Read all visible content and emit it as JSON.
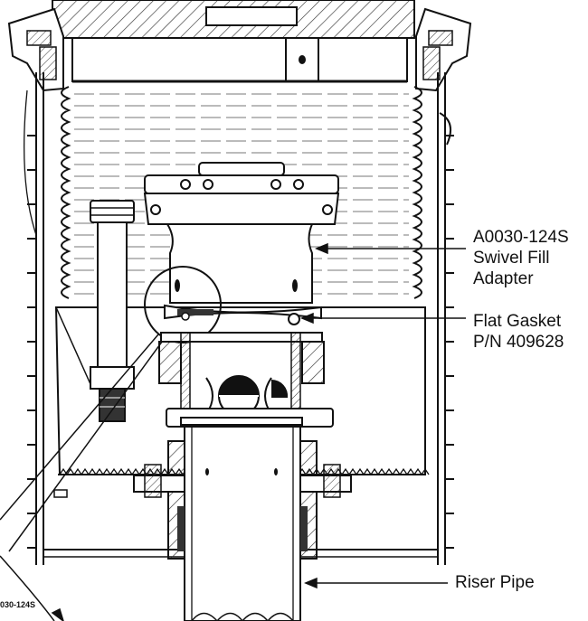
{
  "callouts": {
    "swivel_adapter": {
      "line1": "A0030-124S",
      "line2": "Swivel Fill",
      "line3": "Adapter"
    },
    "flat_gasket": {
      "line1": "Flat Gasket",
      "line2": "P/N 409628"
    },
    "riser_pipe": {
      "line1": "Riser Pipe"
    },
    "detail_partial_label": "030-124S"
  },
  "colors": {
    "line": "#111111",
    "background": "#ffffff",
    "hatch": "#333333"
  }
}
